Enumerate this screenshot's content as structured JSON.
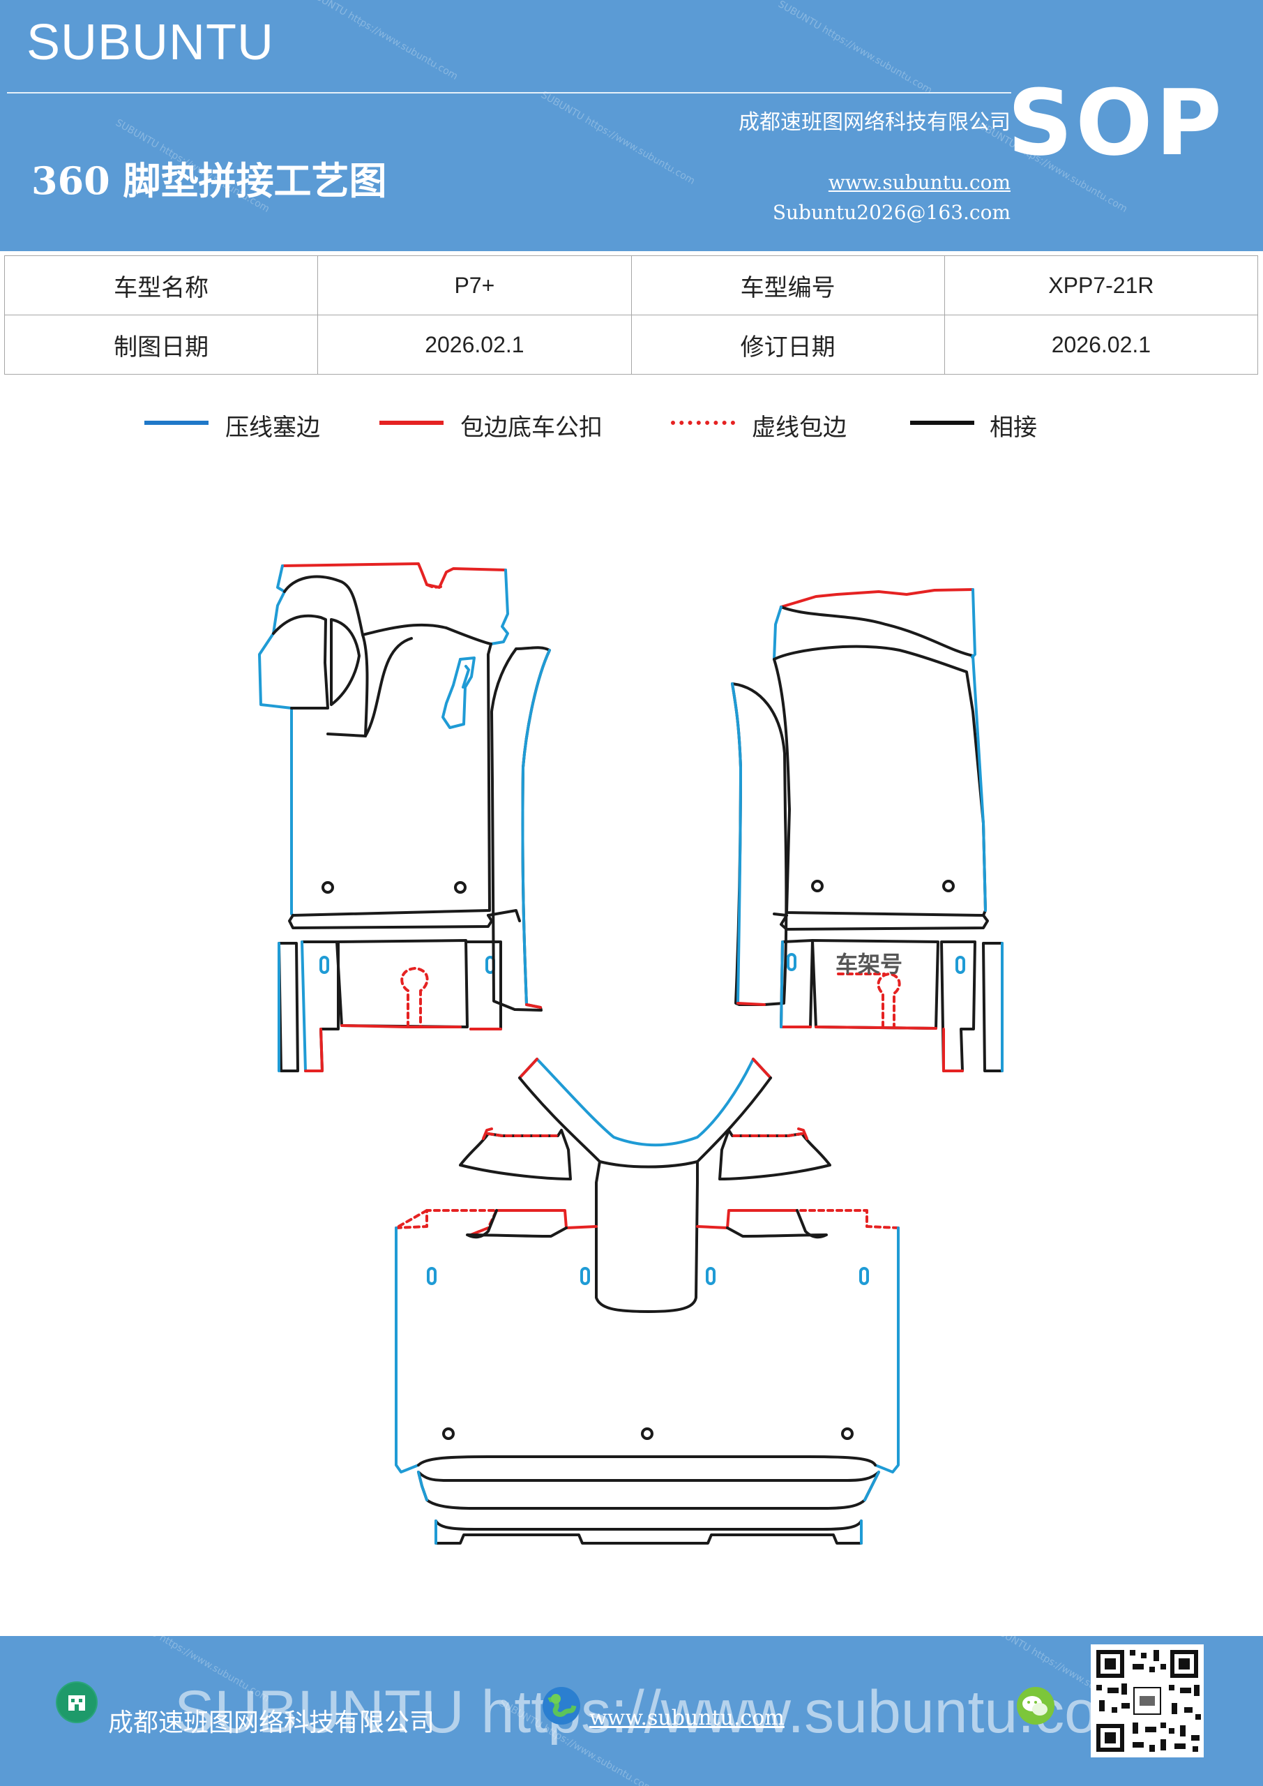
{
  "header": {
    "brand": "SUBUNTU",
    "company": "成都速班图网络科技有限公司",
    "title": "360 脚垫拼接工艺图",
    "website": "www.subuntu.com",
    "email": "Subuntu2026@163.com",
    "badge": "SOP"
  },
  "info": {
    "row1": {
      "label1": "车型名称",
      "value1": "P7+",
      "label2": "车型编号",
      "value2": "XPP7-21R"
    },
    "row2": {
      "label1": "制图日期",
      "value1": "2026.02.1",
      "label2": "修订日期",
      "value2": "2026.02.1"
    }
  },
  "legend": [
    {
      "label": "压线塞边",
      "color": "#1f78c8",
      "style": "solid"
    },
    {
      "label": "包边底车公扣",
      "color": "#e52222",
      "style": "solid"
    },
    {
      "label": "虚线包边",
      "color": "#e52222",
      "style": "dotted"
    },
    {
      "label": "相接",
      "color": "#111111",
      "style": "solid"
    }
  ],
  "diagram": {
    "vin_label": "车架号"
  },
  "footer": {
    "company": "成都速班图网络科技有限公司",
    "website": "www.subuntu.com",
    "watermark": "SUBUNTU https://www.subuntu.com",
    "icons": [
      "building-icon",
      "globe-icon",
      "wechat-icon"
    ]
  },
  "colors": {
    "header_bg": "#5b9bd5",
    "blue_line": "#1f9bd5",
    "red_line": "#e52222",
    "black_line": "#1a1a1a"
  }
}
